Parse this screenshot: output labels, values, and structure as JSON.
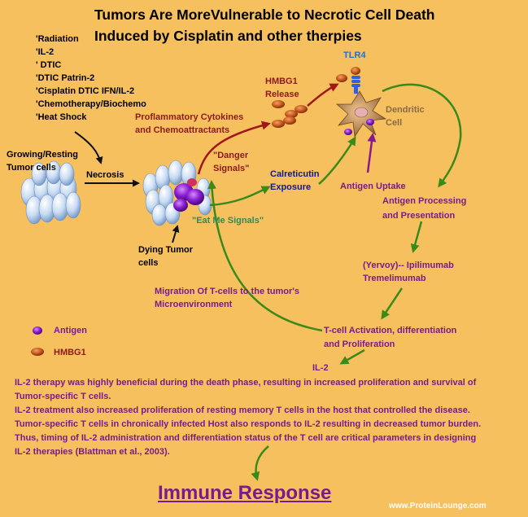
{
  "title": {
    "line1": "Tumors Are MoreVulnerable to Necrotic Cell Death",
    "line2": "Induced by Cisplatin and other therpies"
  },
  "therapies": [
    "'Radiation",
    "'IL-2",
    "' DTIC",
    "'DTIC  Patrin-2",
    "'Cisplatin  DTIC   IFN/IL-2",
    "'Chemotherapy/Biochemo",
    "'Heat Shock"
  ],
  "labels": {
    "growing_tumor": [
      "Growing/Resting",
      "Tumor cells"
    ],
    "necrosis": "Necrosis",
    "danger_signals": [
      "\"Danger",
      "Signals\""
    ],
    "eat_me_signals": "\"Eat Me Signals\"",
    "dying_tumor": [
      "Dying Tumor",
      "cells"
    ],
    "proinflammatory": [
      "Proflammatory Cytokines",
      "and Chemoattractants"
    ],
    "hmbg1_release": [
      "HMBG1",
      "Release"
    ],
    "tlr4": "TLR4",
    "dendritic_cell": [
      "Dendritic",
      "Cell"
    ],
    "calreticulin": [
      "Calreticutin",
      "Exposure"
    ],
    "antigen_uptake": "Antigen Uptake",
    "antigen_processing": [
      "Antigen Processing",
      "and Presentation"
    ],
    "drugs": [
      "(Yervoy)-- Ipilimumab",
      "Tremelimumab"
    ],
    "migration": [
      "Migration Of T-cells   to the tumor's",
      "Microenvironment"
    ],
    "tcell_activation": [
      "T-cell Activation, differentiation",
      "and Proliferation"
    ],
    "il2": "IL-2"
  },
  "legend": {
    "antigen": "Antigen",
    "hmbg1": "HMBG1"
  },
  "paragraph": [
    "IL-2 therapy was highly beneficial during the death phase, resulting in increased proliferation and survival of",
    "Tumor-specific T cells.",
    "IL-2 treatment also increased proliferation of resting memory T cells in the host that controlled the disease.",
    "Tumor-specific T cells in chronically infected Host also responds to IL-2 resulting in decreased tumor burden.",
    "Thus, timing of IL-2 administration and differentiation status of the T cell are critical parameters in designing",
    "IL-2 therapies (Blattman et al., 2003)."
  ],
  "immune_response": "Immune Response",
  "watermark": "www.ProteinLounge.com",
  "colors": {
    "background": "#f7c05f",
    "green_arrow": "#3a8a1a",
    "red_arrow": "#a01818",
    "purple_text": "#7a1a8c",
    "cell_blue": "#c9dcf2",
    "hmbg1": "#c0521a"
  }
}
